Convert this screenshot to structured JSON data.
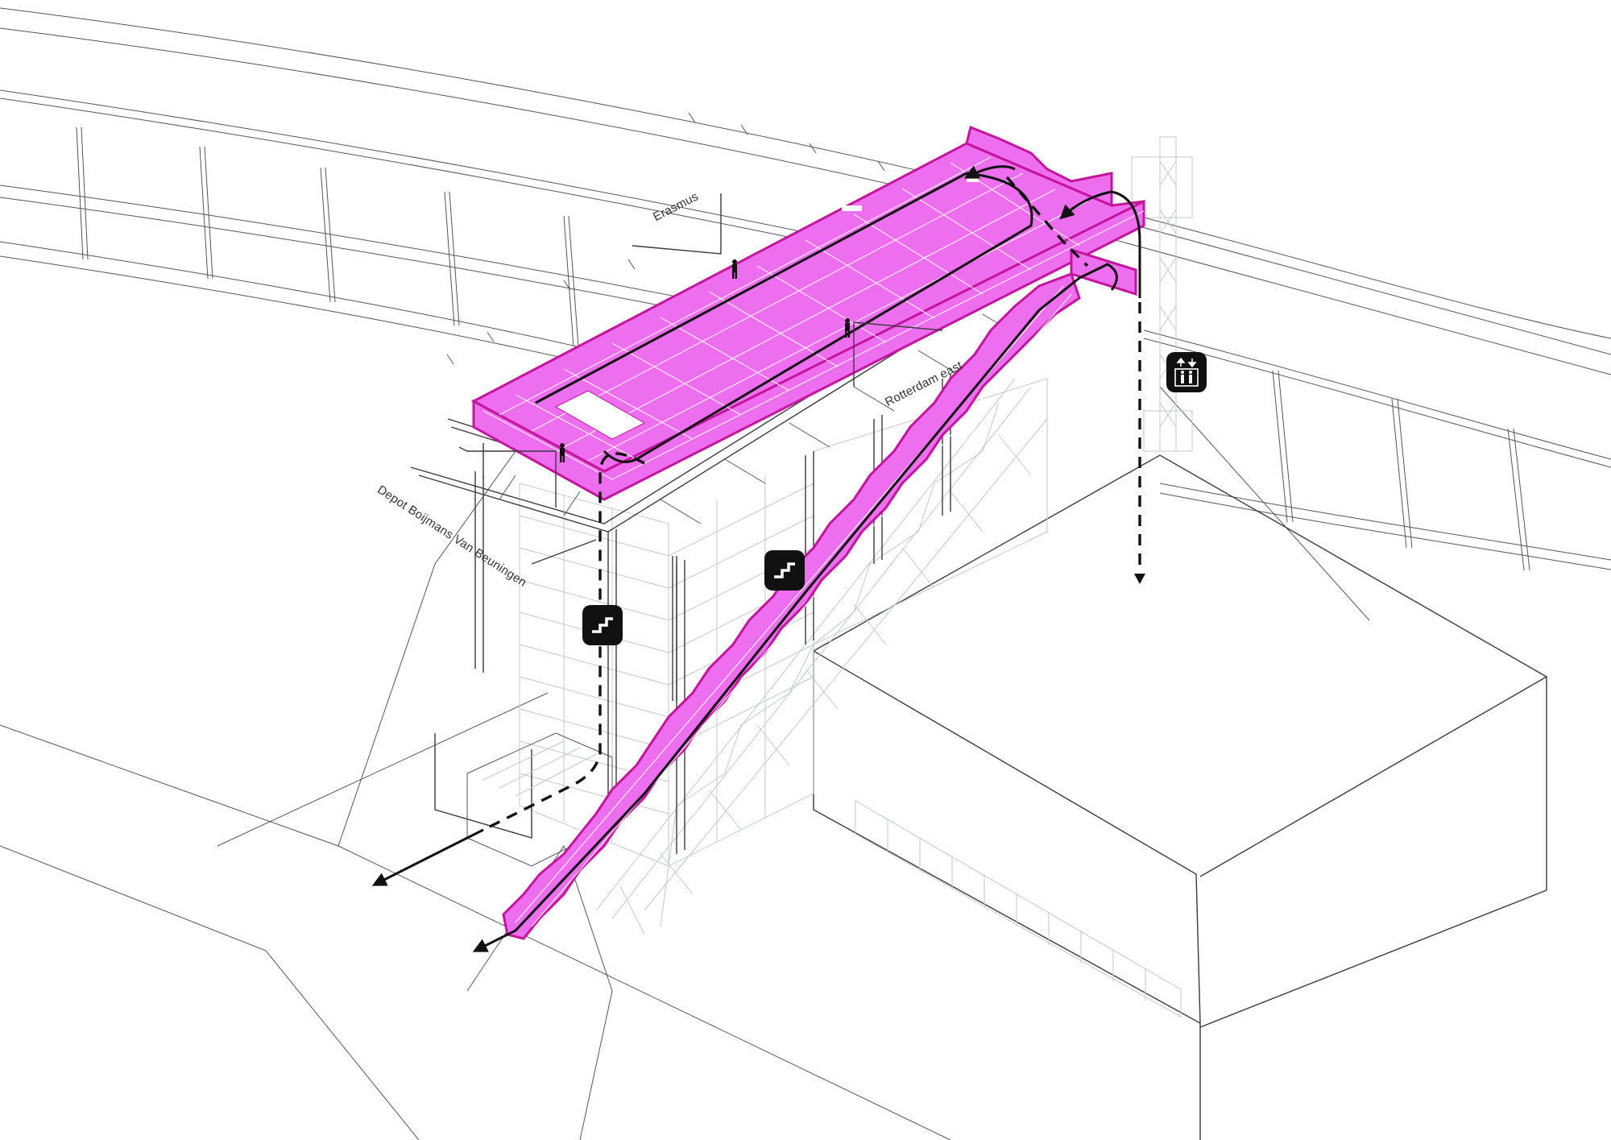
{
  "diagram": {
    "type": "architectural-axonometric",
    "subject": "rooftop route with stair and elevator circulation",
    "colors": {
      "accent_pink": "#ee6ef0",
      "accent_pink_edge": "#c4159e",
      "line": "#3a3a3a",
      "path": "#111111",
      "scaffold_grey": "#c4c8c8",
      "icon_bg": "#111111"
    }
  },
  "labels": {
    "erasmus": "Erasmus",
    "rotterdam_east": "Rotterdam east",
    "depot": "Depot Boijmans Van Beuningen"
  },
  "icons": {
    "stairs_1": "stairs-icon",
    "stairs_2": "stairs-icon",
    "elevator": "elevator-icon"
  },
  "routes": [
    {
      "name": "rooftop-loop",
      "style": "solid"
    },
    {
      "name": "stair-descent",
      "style": "solid",
      "ends_with": "arrow"
    },
    {
      "name": "internal-stair-route",
      "style": "dashed",
      "ends_with": "arrow"
    },
    {
      "name": "elevator-route",
      "style": "dashed",
      "ends_with": "arrow"
    }
  ]
}
